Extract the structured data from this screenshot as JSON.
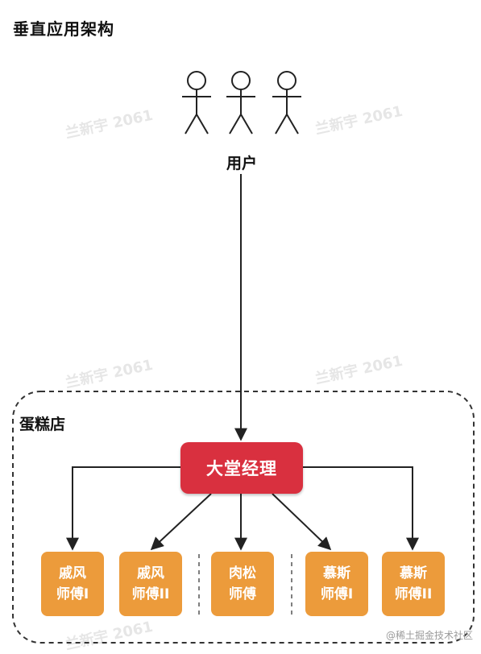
{
  "title": "垂直应用架构",
  "users": {
    "label": "用户"
  },
  "container": {
    "label": "蛋糕店"
  },
  "manager": {
    "label": "大堂经理"
  },
  "workers": [
    {
      "line1": "戚风",
      "line2": "师傅I"
    },
    {
      "line1": "戚风",
      "line2": "师傅II"
    },
    {
      "line1": "肉松",
      "line2": "师傅"
    },
    {
      "line1": "慕斯",
      "line2": "师傅I"
    },
    {
      "line1": "慕斯",
      "line2": "师傅II"
    }
  ],
  "watermark": "兰新宇 2061",
  "footer": "@稀土掘金技术社区",
  "colors": {
    "manager": "#d9303f",
    "worker": "#ec9b3b",
    "line": "#222222"
  }
}
